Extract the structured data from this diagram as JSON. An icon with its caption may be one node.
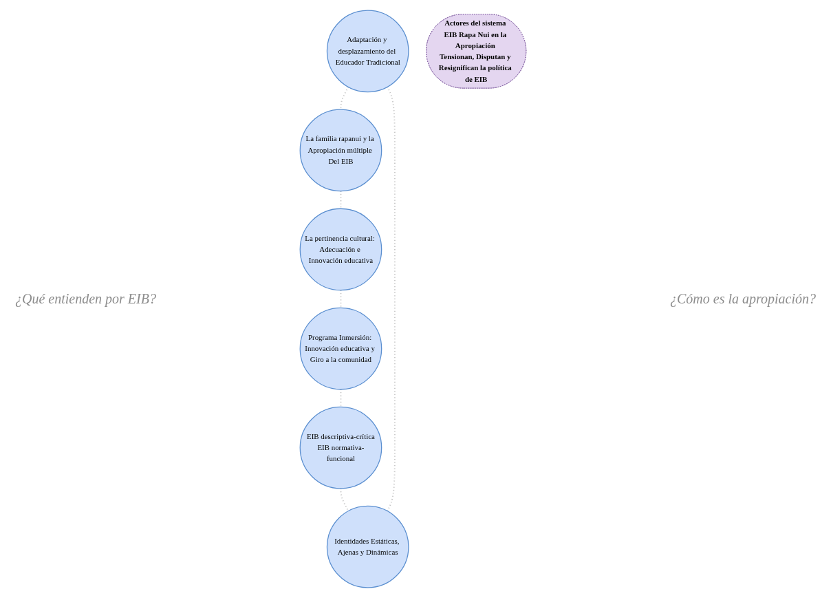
{
  "diagram": {
    "nodes": [
      {
        "text": [
          "Adaptación y desplazamiento del Educador Tradicional"
        ]
      },
      {
        "text": [
          "Identidades Estáticas, Ajenas y Dinámicas"
        ]
      },
      {
        "text": [
          "La familia rapanui y la Apropiación múltiple Del EIB"
        ]
      },
      {
        "text": [
          "Actores del sistema EIB Rapa Nui en la Apropiación Tensionan, Disputan y Resignifican la política de EIB"
        ]
      },
      {
        "text": [
          "EIB descriptiva-crítica",
          "EIB normativa-funcional"
        ]
      },
      {
        "text": [
          "La pertinencia cultural: Adecuación e Innovación educativa"
        ]
      },
      {
        "text": [
          "Programa Inmersión: Innovación educativa y Giro a la comunidad"
        ]
      }
    ],
    "edges": [
      {
        "from": 1,
        "to": 0,
        "arrow": "none",
        "style": "dashed"
      },
      {
        "from": 0,
        "to": 2,
        "arrow": "none",
        "style": "dashed"
      },
      {
        "from": 2,
        "to": 5,
        "arrow": "none",
        "style": "dashed"
      },
      {
        "from": 5,
        "to": 6,
        "arrow": "none",
        "style": "dashed"
      },
      {
        "from": 6,
        "to": 4,
        "arrow": "none",
        "style": "dashed"
      },
      {
        "from": 4,
        "to": 1,
        "arrow": "none",
        "style": "dashed"
      }
    ],
    "labels": [
      "¿Qué entienden por EIB?",
      "¿Cómo es la apropiación?"
    ]
  }
}
